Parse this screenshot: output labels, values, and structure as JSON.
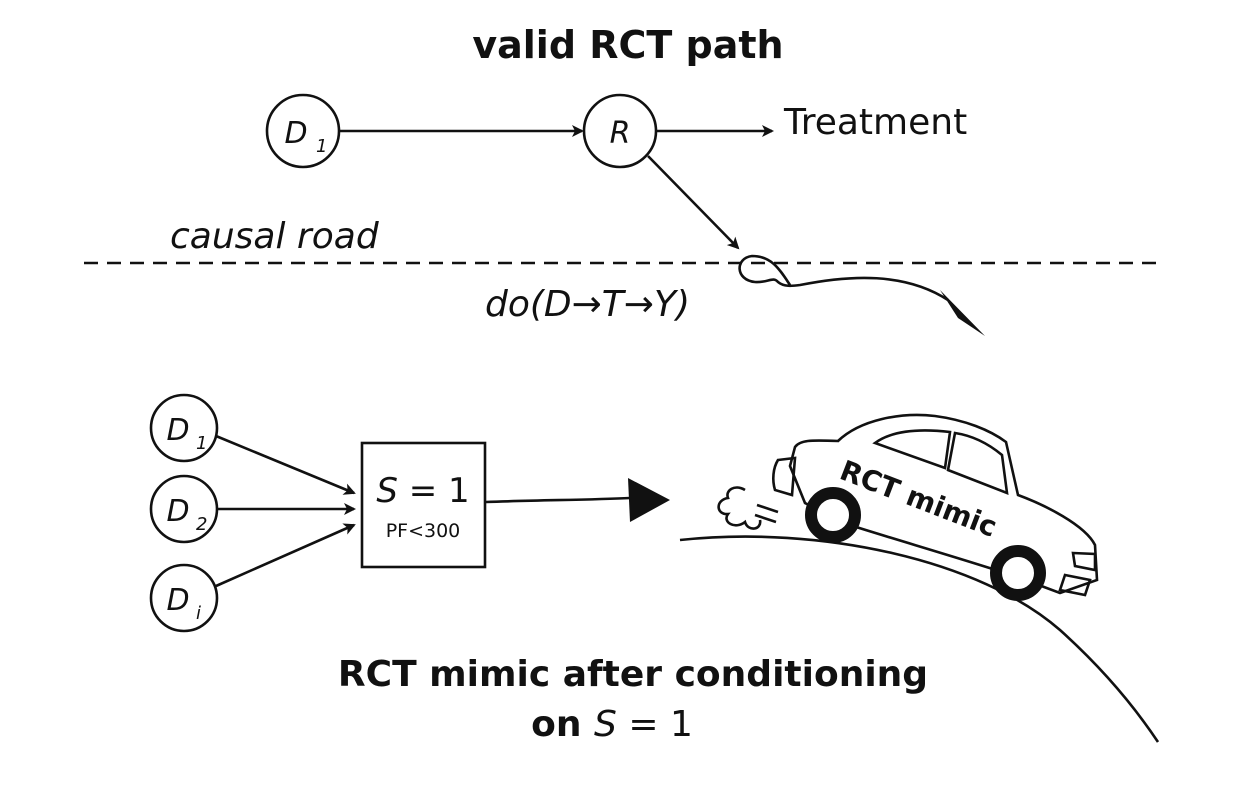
{
  "top": {
    "title": "valid RCT path",
    "node_d1": {
      "main": "D",
      "sub": "1"
    },
    "node_r": "R",
    "treatment_label": "Treatment",
    "road_label": "causal road",
    "do_label": "do(D→T→Y)"
  },
  "bottom": {
    "inputs": [
      {
        "main": "D",
        "sub": "1"
      },
      {
        "main": "D",
        "sub": "2"
      },
      {
        "main": "D",
        "sub": "i"
      }
    ],
    "selection_box": {
      "line1": "S = 1",
      "line2": "PF<300"
    },
    "car_label": "RCT mimic",
    "caption_line1": "RCT mimic after conditioning",
    "caption_line2_prefix": "on ",
    "caption_line2_var": "S",
    "caption_line2_suffix": " = 1"
  }
}
